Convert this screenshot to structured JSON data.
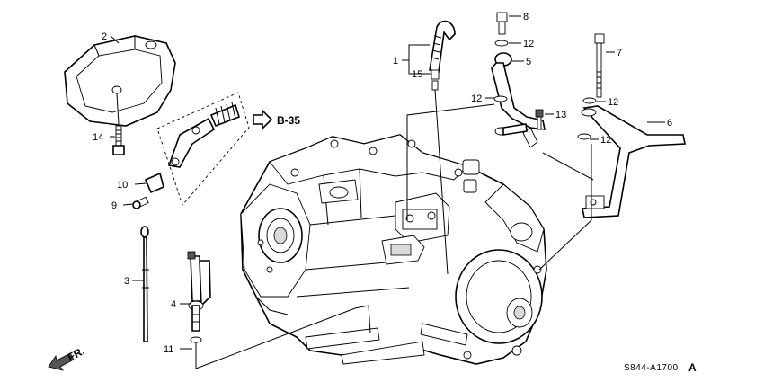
{
  "callouts": {
    "c1": "1",
    "c2": "2",
    "c3": "3",
    "c4": "4",
    "c5": "5",
    "c6": "6",
    "c7": "7",
    "c8": "8",
    "c9": "9",
    "c10": "10",
    "c11": "11",
    "c12a": "12",
    "c12b": "12",
    "c12c": "12",
    "c12d": "12",
    "c13": "13",
    "c14": "14",
    "c15": "15"
  },
  "reference": {
    "label": "B-35"
  },
  "front_marker": {
    "label": "FR."
  },
  "diagram_code": {
    "text": "S844-A1700",
    "suffix": "A"
  }
}
